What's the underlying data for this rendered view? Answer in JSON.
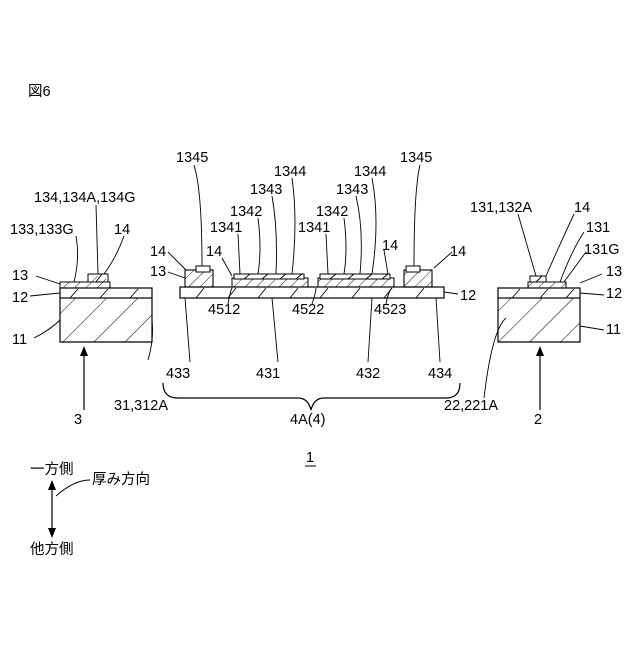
{
  "figure": {
    "title": "図6"
  },
  "labels": {
    "l1345a": "1345",
    "l1345b": "1345",
    "l1344a": "1344",
    "l1344b": "1344",
    "l1343a": "1343",
    "l1343b": "1343",
    "l1342a": "1342",
    "l1342b": "1342",
    "l1341a": "1341",
    "l1341b": "1341",
    "l134": "134,134A,134G",
    "l133": "133,133G",
    "l14_left": "14",
    "l14_a": "14",
    "l14_b": "14",
    "l14_c": "14",
    "l14_d": "14",
    "l14_right": "14",
    "l13_left": "13",
    "l13_mid": "13",
    "l13_right": "13",
    "l12_left": "12",
    "l12_mid": "12",
    "l12_right": "12",
    "l11_left": "11",
    "l11_right": "11",
    "l131_132A": "131,132A",
    "l131": "131",
    "l131G": "131G",
    "l4512": "4512",
    "l4522": "4522",
    "l4523": "4523",
    "l433": "433",
    "l431": "431",
    "l432": "432",
    "l434": "434",
    "l3": "3",
    "l31": "31,312A",
    "l4A": "4A(4)",
    "l22": "22,221A",
    "l2": "2",
    "l1": "1"
  },
  "legend": {
    "up": "一方側",
    "down": "他方側",
    "direction": "厚み方向"
  }
}
